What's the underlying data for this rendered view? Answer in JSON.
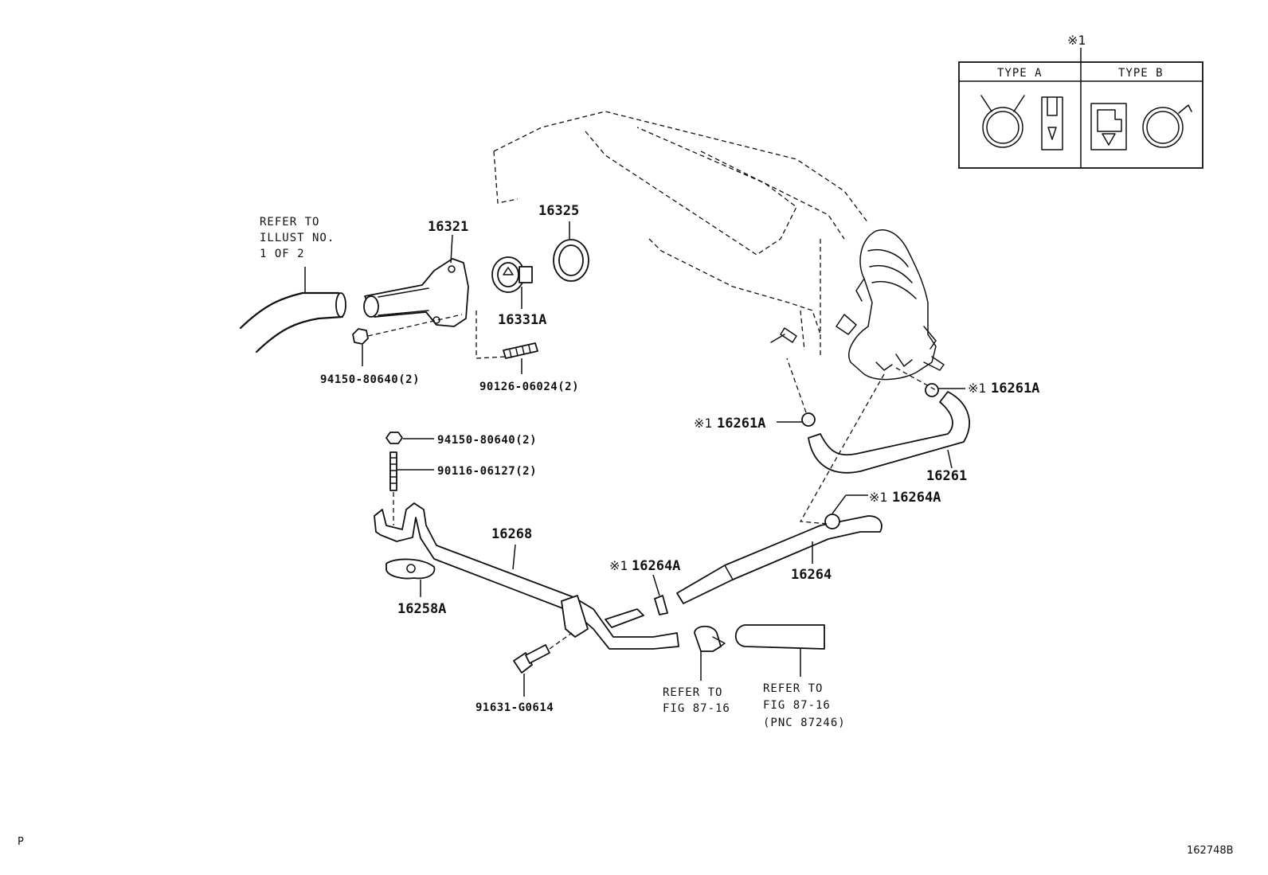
{
  "parts": {
    "p16321": "16321",
    "p16325": "16325",
    "p16331A": "16331A",
    "p94150_top": "94150-80640(2)",
    "p90126": "90126-06024(2)",
    "p94150_mid": "94150-80640(2)",
    "p90116": "90116-06127(2)",
    "p16268": "16268",
    "p16258A": "16258A",
    "p91631": "91631-G0614",
    "p16264A_left": "16264A",
    "p16264": "16264",
    "p16264A_right": "16264A",
    "p16261": "16261",
    "p16261A_left": "16261A",
    "p16261A_right": "16261A"
  },
  "marks": {
    "note_mark": "※1",
    "m1": "※1",
    "m2": "※1",
    "m3": "※1",
    "m4": "※1"
  },
  "refs": {
    "r1_l1": "REFER TO",
    "r1_l2": "ILLUST NO.",
    "r1_l3": "1 OF 2",
    "r2_l1": "REFER TO",
    "r2_l2": "FIG 87-16",
    "r3_l1": "REFER TO",
    "r3_l2": "FIG 87-16",
    "r3_l3": "(PNC 87246)"
  },
  "legend": {
    "mark": "※1",
    "type_a": "TYPE A",
    "type_b": "TYPE B"
  },
  "footer": {
    "left": "P",
    "right": "162748B"
  }
}
